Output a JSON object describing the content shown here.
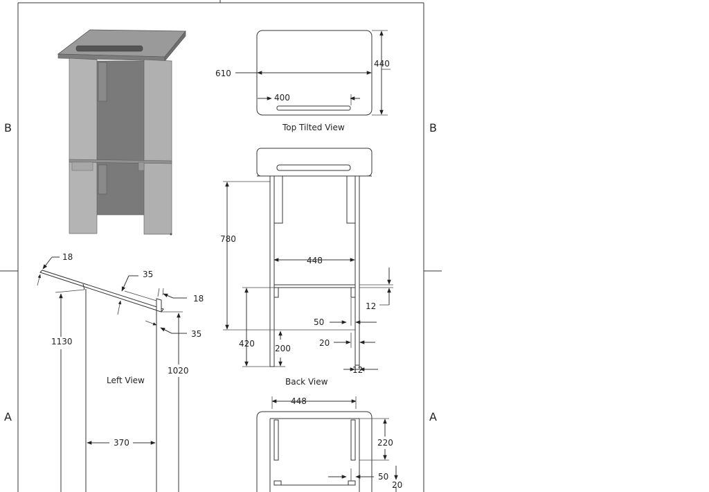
{
  "zones": {
    "left_top": "B",
    "left_bottom": "A",
    "right_top": "B",
    "right_bottom": "A"
  },
  "views": {
    "top_tilted": "Top Tilted View",
    "back": "Back View",
    "left": "Left View"
  },
  "dimensions": {
    "top_tilted_width": "610",
    "top_tilted_depth": "440",
    "top_tilted_ledge": "400",
    "back_height": "780",
    "back_inner_width": "448",
    "back_shelf_thickness": "12",
    "back_leg_offset": "50",
    "back_leg_thickness": "20",
    "back_leg_height": "420",
    "back_shelf_height": "200",
    "back_foot": "12",
    "left_top_thickness": "18",
    "left_lip_depth": "35",
    "left_lip_thickness": "18",
    "left_lip_edge": "35",
    "left_total_height": "1130",
    "left_front_height": "1020",
    "left_base_depth": "370",
    "bottom_inner_width": "448",
    "bottom_depth": "220",
    "bottom_offset": "50",
    "bottom_edge": "20"
  },
  "colors": {
    "panel_light": "#b4b4b4",
    "panel_dark": "#7a7a7a",
    "top_surface": "#9a9a9a"
  }
}
